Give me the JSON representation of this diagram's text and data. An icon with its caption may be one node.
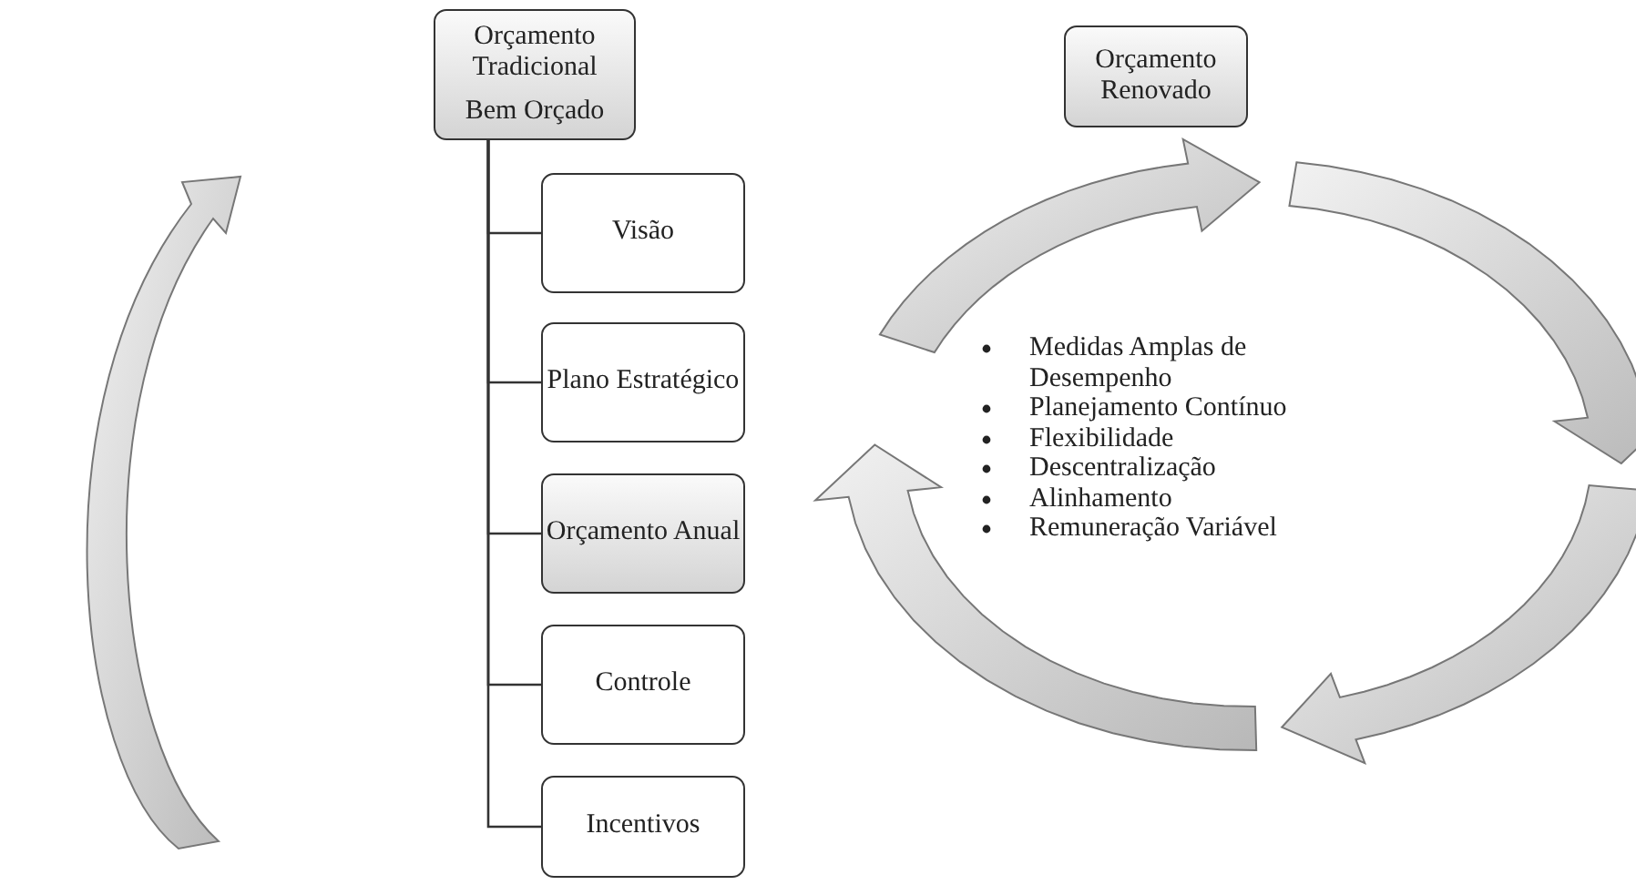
{
  "diagram": {
    "nodes": [
      {
        "text": [
          "Orçamento Tradicional",
          "Bem Orçado"
        ]
      },
      {
        "text": [
          "Visão"
        ]
      },
      {
        "text": [
          "Plano Estratégico"
        ]
      },
      {
        "text": [
          "Orçamento Anual"
        ]
      },
      {
        "text": [
          "Controle"
        ]
      },
      {
        "text": [
          "Incentivos"
        ]
      },
      {
        "text": [
          "Orçamento Renovado"
        ]
      }
    ],
    "edges": [
      {
        "from": 0,
        "to": 1,
        "arrow": "none"
      },
      {
        "from": 0,
        "to": 2,
        "arrow": "none"
      },
      {
        "from": 0,
        "to": 3,
        "arrow": "none"
      },
      {
        "from": 0,
        "to": 4,
        "arrow": "none"
      },
      {
        "from": 0,
        "to": 5,
        "arrow": "none"
      }
    ],
    "labels": [
      "Medidas Amplas de Desempenho",
      "Planejamento Contínuo",
      "Flexibilidade",
      "Descentralização",
      "Alinhamento",
      "Remuneração Variável"
    ]
  }
}
